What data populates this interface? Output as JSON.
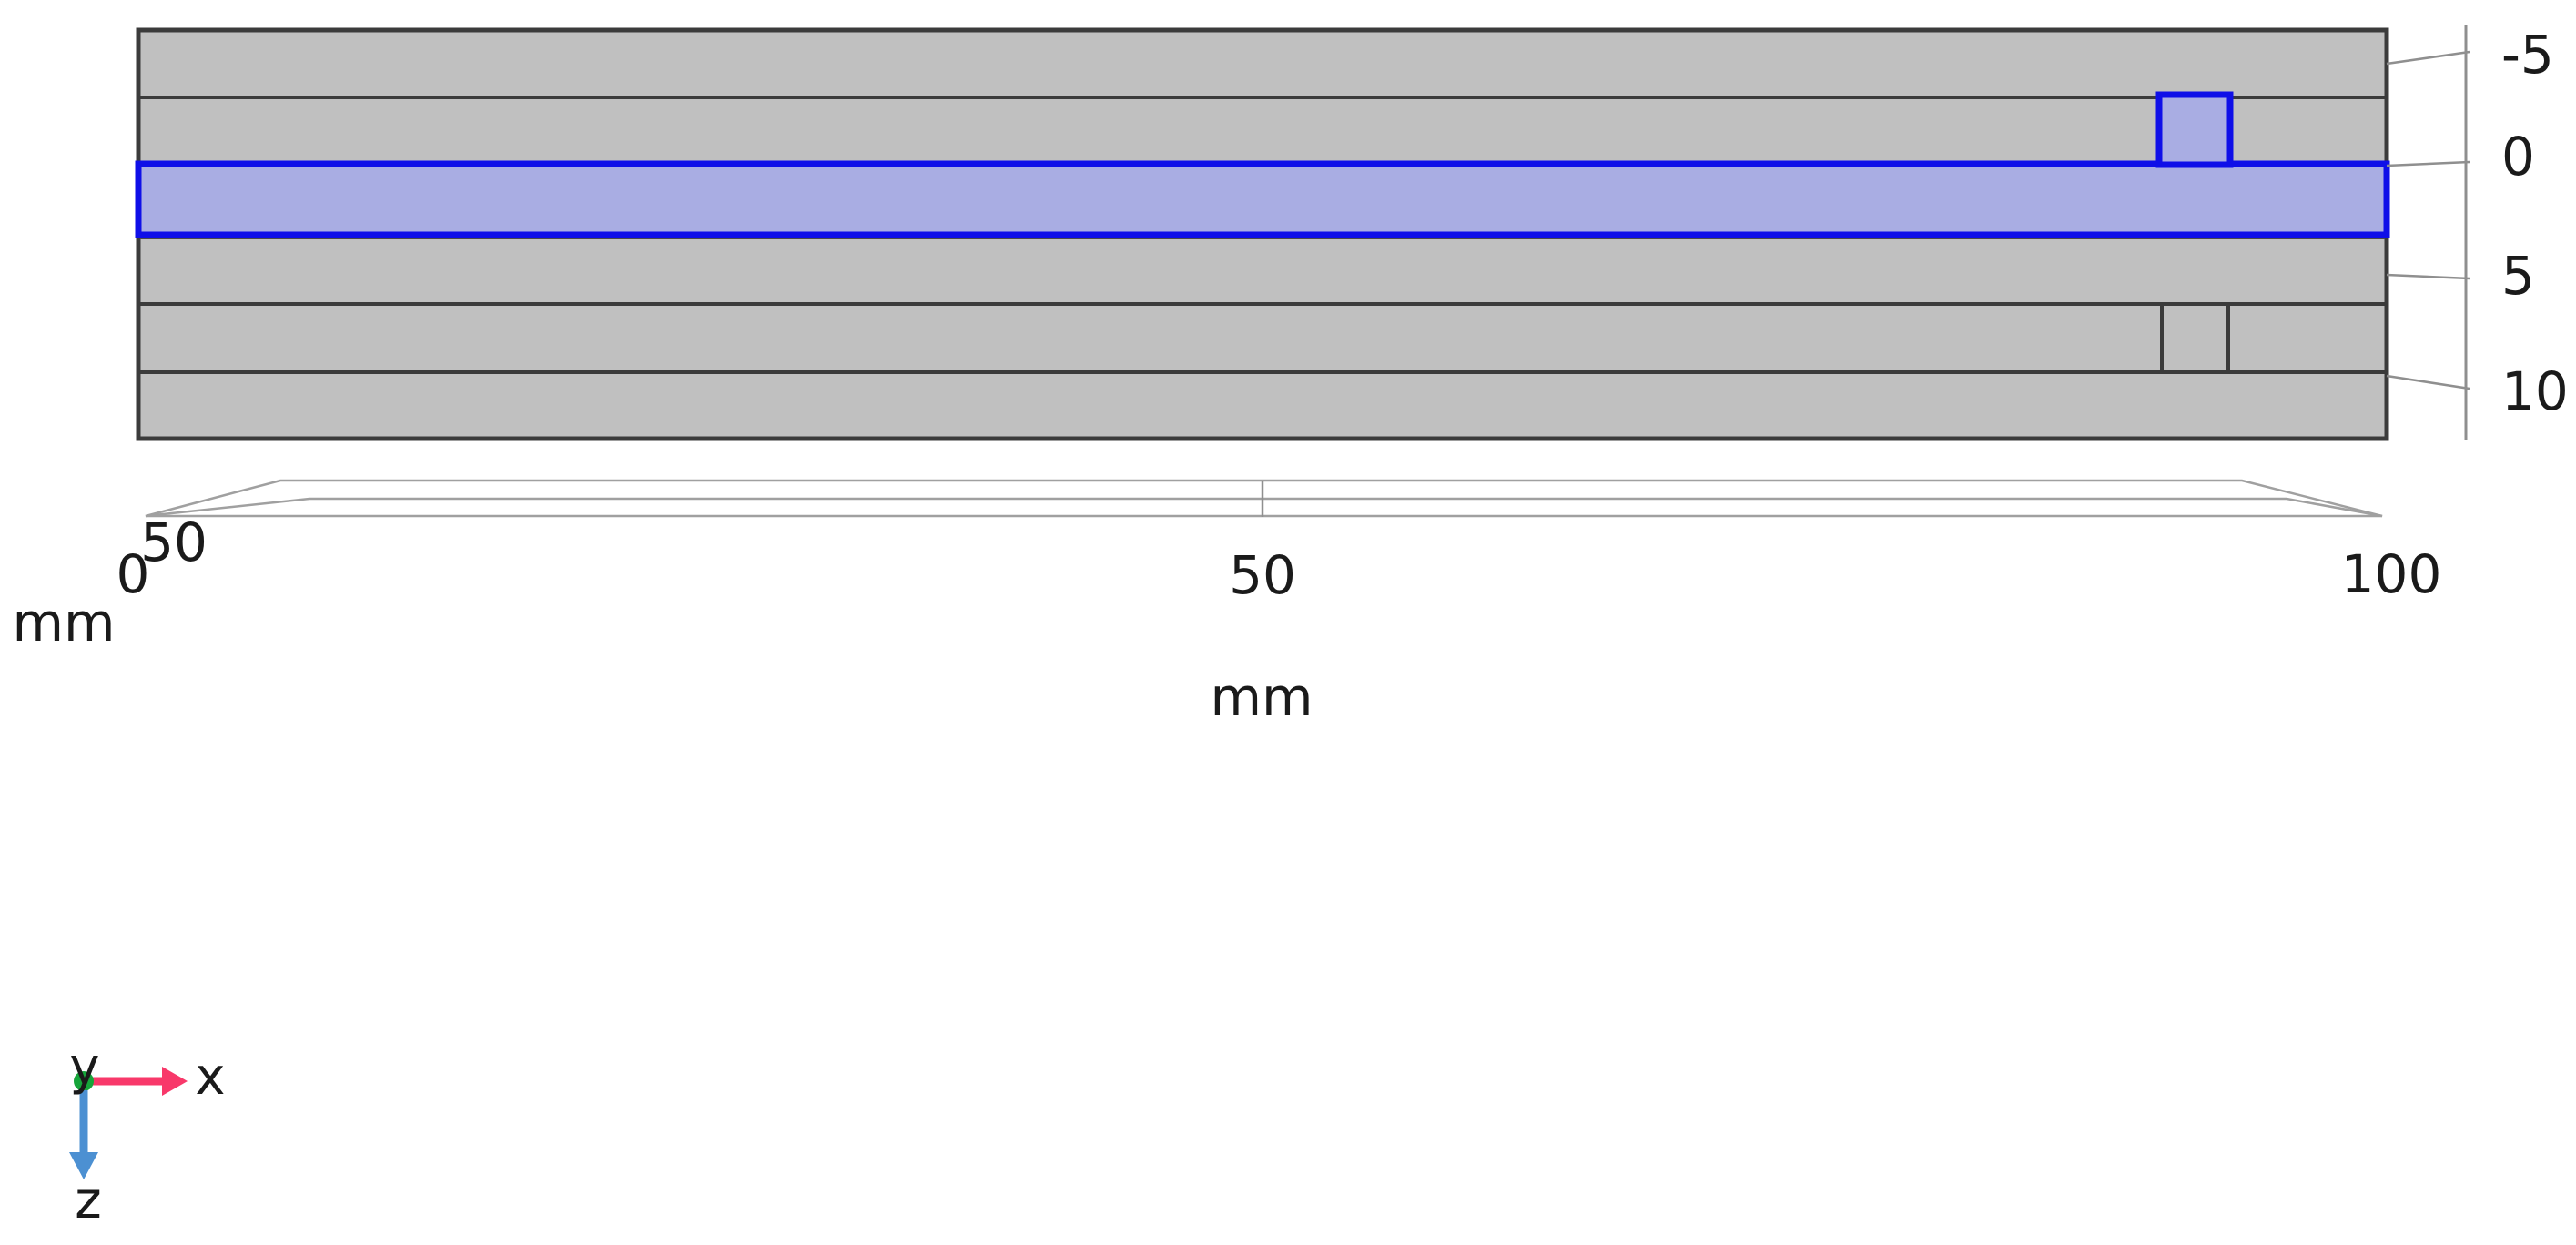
{
  "view": {
    "description": "Cross-section geometry view of a six-layer laminate stack with selected layer highlighted",
    "background": "#ffffff"
  },
  "colors": {
    "layer_gray_fill": "#c0c0c0",
    "layer_edge_dark": "#3b3b3b",
    "selection_border_blue": "#0f0fe8",
    "selection_fill_blue": "#a9ade3",
    "ruler_line_gray": "#8f8f8f",
    "plane_line_gray": "#a0a0a0",
    "label_color": "#1a1a1a",
    "triad_x_red": "#f8386a",
    "triad_y_green": "#16a53a",
    "triad_z_blue": "#4c90d2"
  },
  "right_axis": {
    "tick_labels": [
      "-5",
      "0",
      "5",
      "10"
    ]
  },
  "x_axis": {
    "tick_labels": [
      "0",
      "50",
      "100"
    ],
    "unit": "mm"
  },
  "y_axis": {
    "tick_labels": [
      "50"
    ],
    "unit": "mm"
  },
  "view_triad": {
    "x": "x",
    "y": "y",
    "z": "z"
  },
  "geometry": {
    "type": "layered-stack-cross-section",
    "num_layers": 6,
    "selected_layer_index": 3,
    "selected_layer_span_mm": "0 to 3",
    "features": [
      "blue selected via pad in layer 2 near right end, above selected layer",
      "small embedded cell in layer 5 aligned below the via pad"
    ]
  }
}
